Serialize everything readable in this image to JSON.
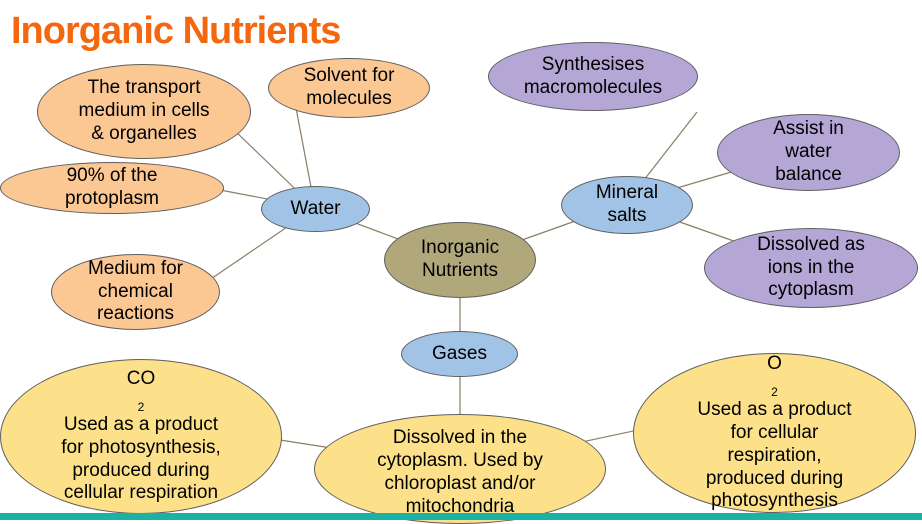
{
  "title": "Inorganic Nutrients",
  "center": "Inorganic\nNutrients",
  "branches": {
    "water": "Water",
    "minerals": "Mineral\nsalts",
    "gases": "Gases"
  },
  "water_facts": {
    "transport": "The transport\nmedium in cells\n& organelles",
    "solvent": "Solvent for\nmolecules",
    "protoplasm": "90% of the\nprotoplasm",
    "medium": "Medium for\nchemical\nreactions"
  },
  "mineral_facts": {
    "synthesises": "Synthesises\nmacromolecules",
    "water_balance": "Assist in\nwater\nbalance",
    "ions": "Dissolved as\nions in the\ncytoplasm"
  },
  "gas_facts": {
    "co2_formula": "CO",
    "co2_sub": "2",
    "co2_text": "Used as a product\nfor photosynthesis,\nproduced during\ncellular respiration",
    "dissolved": "Dissolved in the\ncytoplasm. Used by\nchloroplast and/or\nmitochondria",
    "o2_formula": "O",
    "o2_sub": "2",
    "o2_text": "Used as a product\nfor cellular\nrespiration,\nproduced during\nphotosynthesis"
  },
  "colors": {
    "title": "#f4670f",
    "water_facts": "#fbc793",
    "mineral_facts": "#b4a7d6",
    "branches": "#a1c4e6",
    "center": "#b0a77a",
    "gas_facts": "#fce18a",
    "bottom_bar": "#19b3a6"
  }
}
